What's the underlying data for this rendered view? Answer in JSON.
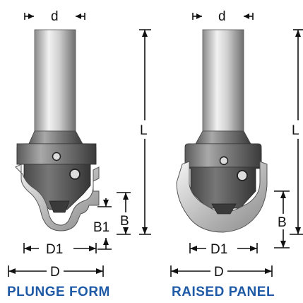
{
  "diagrams": [
    {
      "caption": "PLUNGE FORM",
      "labels": {
        "d": "d",
        "L": "L",
        "B": "B",
        "B1": "B1",
        "D1": "D1",
        "D": "D"
      }
    },
    {
      "caption": "RAISED PANEL",
      "labels": {
        "d": "d",
        "L": "L",
        "B": "B",
        "D1": "D1",
        "D": "D"
      }
    }
  ],
  "colors": {
    "caption": "#1f5aa6",
    "shank_light": "#e6e6e6",
    "shank_dark": "#7a7a7a",
    "body_dark": "#3a3a3a",
    "carbide": "#cfcfcf"
  }
}
